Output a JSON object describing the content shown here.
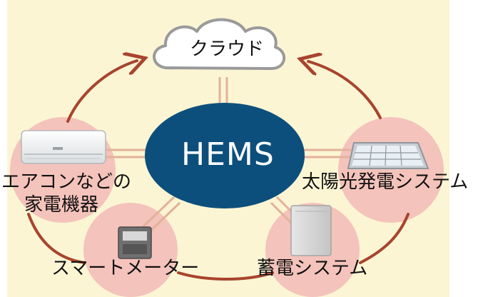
{
  "nodes": {
    "hems": "HEMS",
    "cloud": "クラウド",
    "aircon_line1": "エアコンなどの",
    "aircon_line2": "家電機器",
    "solar": "太陽光発電システム",
    "meter": "スマートメーター",
    "battery": "蓄電システム"
  },
  "colors": {
    "background_panel": "#fbf5d4",
    "hems_fill": "#0d4f7c",
    "node_circle": "#f4c3bb",
    "arrow": "#a8442d",
    "connector": "#e4b19a",
    "cloud_stroke": "#9a9a9a"
  },
  "icons": [
    "cloud-icon",
    "air-conditioner-icon",
    "solar-panel-icon",
    "smart-meter-icon",
    "battery-storage-icon"
  ]
}
